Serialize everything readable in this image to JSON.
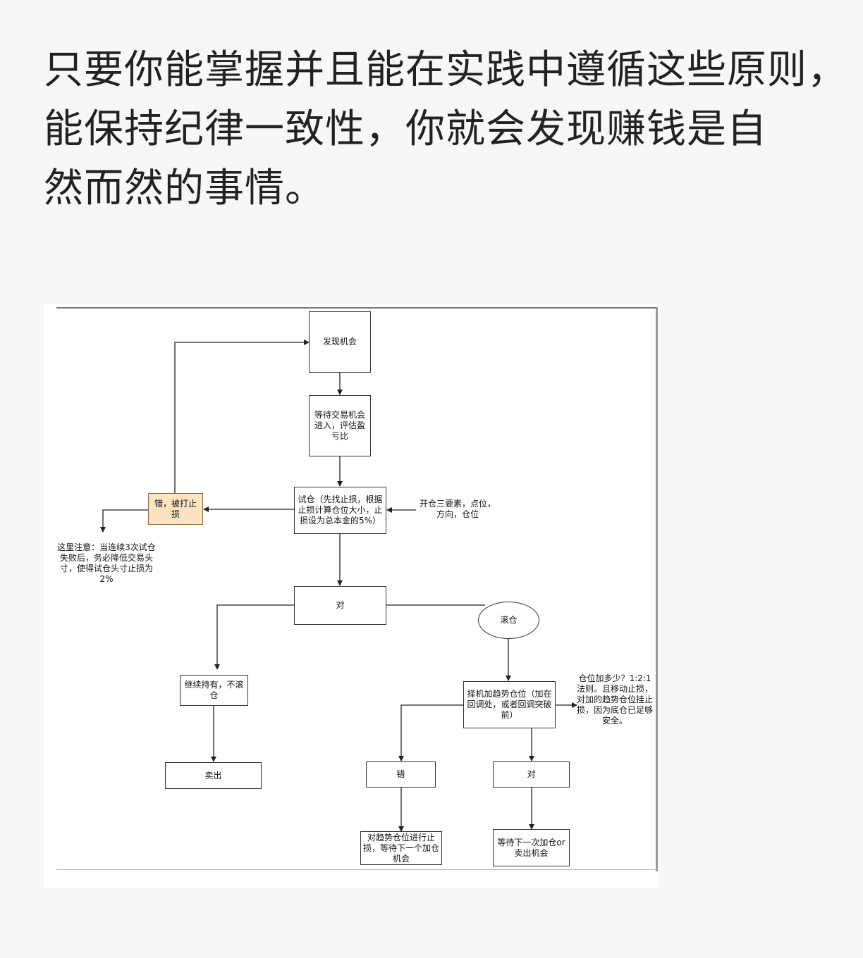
{
  "heading": {
    "line1": "只要你能掌握并且能在实践中遵循这些原则，",
    "line2": "能保持纪律一致性，你就会发现赚钱是自",
    "line3": "然而然的事情。"
  },
  "flowchart": {
    "nodes": {
      "find_opportunity": "发现机会",
      "wait_entry": "等待交易机会进入，评估盈亏比",
      "trial_position": "试仓（先找止损，根据止损计算仓位大小，止损设为总本金的5%）",
      "wrong_stopped": "错，被打止损",
      "right": "对",
      "rolling": "滚仓",
      "keep_holding": "继续持有，不滚仓",
      "sell": "卖出",
      "add_trend_position": "择机加趋势仓位（加在回调处，或者回调突破前）",
      "wrong2": "错",
      "right2": "对",
      "stop_trend_position": "对趋势仓位进行止损，等待下一个加仓机会",
      "wait_next": "等待下一次加仓or卖出机会"
    },
    "notes": {
      "three_elements": "开仓三要素，点位，方向，仓位",
      "attention": "这里注意：当连续3次试仓失败后，务必降低交易头寸，使得试仓头寸止损为2%",
      "add_how_much": "仓位加多少？1:2:1法则。且移动止损，对加的趋势仓位挂止损，因为底仓已足够安全。"
    }
  }
}
